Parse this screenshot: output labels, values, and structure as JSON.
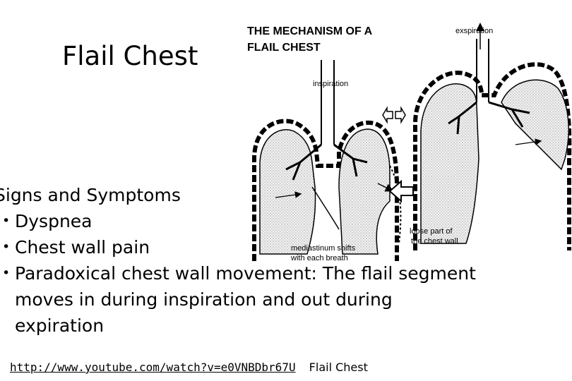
{
  "slide": {
    "title": "Flail Chest"
  },
  "diagram": {
    "heading_line1": "THE MECHANISM OF A",
    "heading_line2": "FLAIL CHEST",
    "label_expiration": "exspiration",
    "label_inspiration": "inspiration",
    "label_mediastinum_line1": "mediastinum shifts",
    "label_mediastinum_line2": "with each breath",
    "label_loose_line1": "loose part of",
    "label_loose_line2": "the chest wall"
  },
  "content": {
    "heading": "Signs and Symptoms",
    "bullets": [
      {
        "line1": "Dyspnea"
      },
      {
        "line1": "Chest wall pain"
      },
      {
        "line1": "Paradoxical chest wall movement: The flail segment",
        "line2": "moves in during inspiration and out during",
        "line3": "expiration"
      }
    ],
    "bullet_glyph": "•"
  },
  "footer": {
    "link": "http://www.youtube.com/watch?v=e0VNBDbr67U",
    "caption": "Flail Chest"
  }
}
